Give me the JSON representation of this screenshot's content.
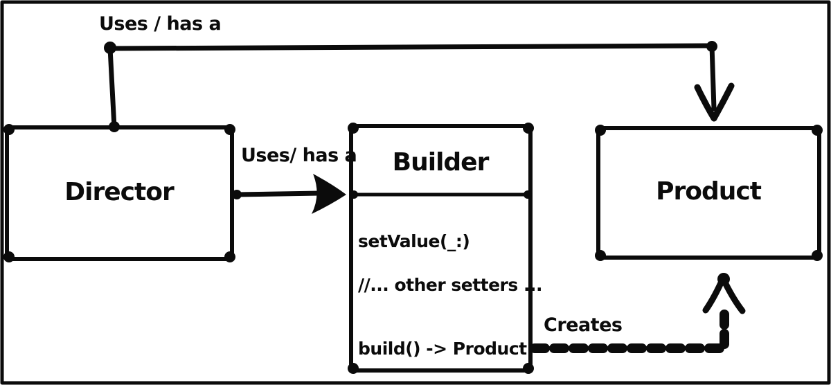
{
  "diagram_type": "class-diagram",
  "colors": {
    "ink": "#0b0b0b",
    "background": "#ffffff"
  },
  "boxes": {
    "director": {
      "label": "Director"
    },
    "builder": {
      "title": "Builder",
      "methods": [
        "setValue(_:)",
        "//... other setters ...",
        "build() -> Product"
      ]
    },
    "product": {
      "label": "Product"
    }
  },
  "edges": {
    "director_to_product": {
      "label": "Uses / has a",
      "style": "solid",
      "arrow": "open-chevron-down"
    },
    "director_to_builder": {
      "label": "Uses/ has a",
      "style": "solid",
      "arrow": "filled-right"
    },
    "builder_to_product": {
      "label": "Creates",
      "style": "dashed",
      "arrow": "open-chevron-up"
    }
  }
}
